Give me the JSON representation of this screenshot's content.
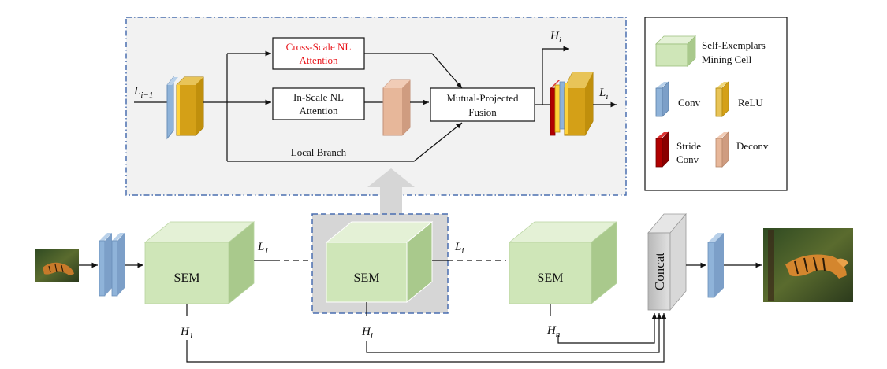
{
  "top_module": {
    "input_label": "L",
    "input_sub": "i−1",
    "cross_scale_line1": "Cross-Scale NL",
    "cross_scale_line2": "Attention",
    "in_scale_line1": "In-Scale NL",
    "in_scale_line2": "Attention",
    "fusion_line1": "Mutual-Projected",
    "fusion_line2": "Fusion",
    "local_branch": "Local Branch",
    "h_out_label": "H",
    "h_out_sub": "i",
    "l_out_label": "L",
    "l_out_sub": "i"
  },
  "legend": {
    "sem_line1": "Self-Exemplars",
    "sem_line2": "Mining Cell",
    "conv": "Conv",
    "relu": "ReLU",
    "stride_line1": "Stride",
    "stride_line2": "Conv",
    "deconv": "Deconv"
  },
  "pipeline": {
    "sem1": "SEM",
    "sem2": "SEM",
    "sem3": "SEM",
    "concat": "Concat",
    "l1_label": "L",
    "l1_sub": "1",
    "li_label": "L",
    "li_sub": "i",
    "h1_label": "H",
    "h1_sub": "1",
    "hi_label": "H",
    "hi_sub": "i",
    "hn_label": "H",
    "hn_sub": "n"
  },
  "colors": {
    "cross_scale_text": "#e8141a",
    "dashed_border": "#4a6fb0",
    "sem_front": "#cfe6b8",
    "conv_blue": "#8fb3d9",
    "relu_gold": "#d4a017",
    "stride_red": "#b00000",
    "deconv_peach": "#e7b79a",
    "concat_gray": "#c8c8c8"
  }
}
